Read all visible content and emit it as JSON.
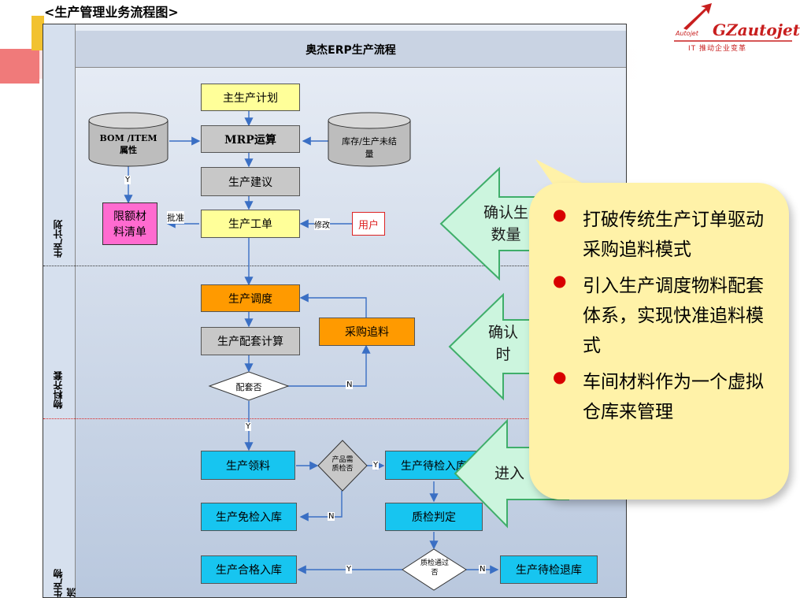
{
  "page": {
    "title": "<生产管理业务流程图>"
  },
  "diagram": {
    "header": "奥杰ERP生产流程",
    "lanes": [
      "生产计划",
      "物料齐套",
      "生产物流"
    ],
    "boxes": {
      "mps": "主生产计划",
      "mrp": "MRP运算",
      "bom": "BOM /ITEM\n属性",
      "stock": "库存/生产未结\n量",
      "advice": "生产建议",
      "limit": "限额材\n料清单",
      "workorder": "生产工单",
      "user": "用户",
      "schedule": "生产调度",
      "purchase": "采购追料",
      "kitcalc": "生产配套计算",
      "kitq": "配套否",
      "issue": "生产领料",
      "qcq": "产品需\n质检否",
      "pendin": "生产待检入库",
      "freein": "生产免检入库",
      "qcjudge": "质检判定",
      "passq": "质检通过\n否",
      "okin": "生产合格入库",
      "pendout": "生产待检退库"
    },
    "edge_labels": {
      "y1": "Y",
      "approve": "批准",
      "modify": "修改",
      "n1": "N",
      "y2": "Y",
      "y3": "Y",
      "n2": "N",
      "y4": "Y",
      "n3": "N"
    }
  },
  "arrows": {
    "a1": "确认生\n数量",
    "a2": "确认\n时",
    "a3": "进入"
  },
  "callout": {
    "items": [
      "打破传统生产订单驱动采购追料模式",
      "引入生产调度物料配套体系，实现快准追料模式",
      "车间材料作为一个虚拟仓库来管理"
    ]
  },
  "logo": {
    "brand": "GZautojet",
    "small": "Autojet",
    "tagline": "IT 推动企业变革"
  },
  "colors": {
    "accent_red": "#c81e1e",
    "callout_bg": "#fff2a8",
    "arrow_green": "#ccf5de"
  }
}
